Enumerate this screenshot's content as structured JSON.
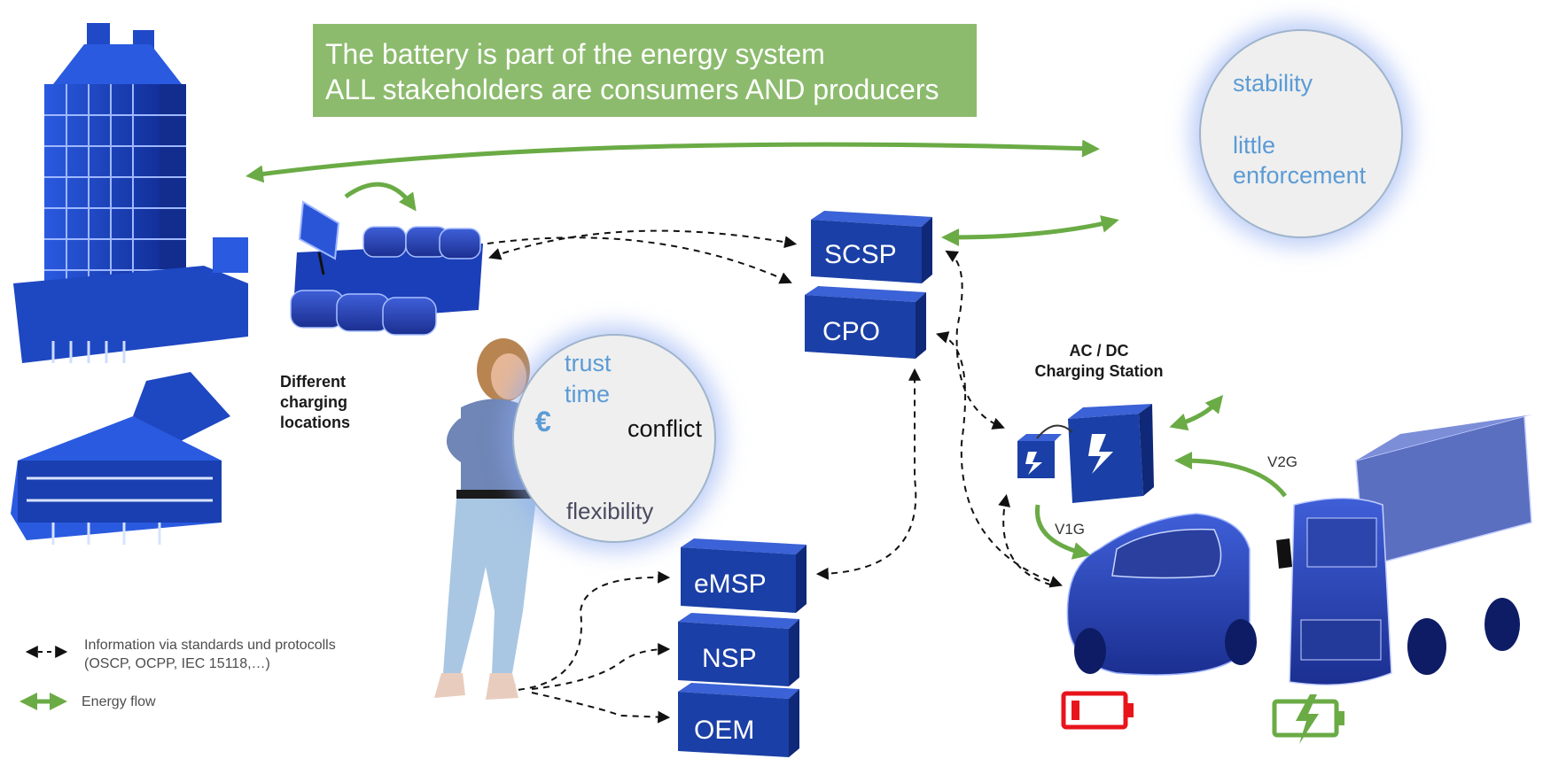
{
  "banner": {
    "line1": "The battery is part of the energy system",
    "line2": "ALL stakeholders are consumers AND producers",
    "color": "#8cbb6d"
  },
  "right_bubble": {
    "line1": "stability",
    "line2": "little",
    "line3": "enforcement"
  },
  "left_bubble": {
    "trust": "trust",
    "time": "time",
    "euro": "€",
    "conflict": "conflict",
    "flexibility": "flexibility"
  },
  "actors": {
    "scsp": "SCSP",
    "cpo": "CPO",
    "emsp": "eMSP",
    "nsp": "NSP",
    "oem": "OEM"
  },
  "labels": {
    "charging_locations": [
      "Different",
      "charging",
      "locations"
    ],
    "charging_station": [
      "AC / DC",
      "Charging Station"
    ],
    "v1g": "V1G",
    "v2g": "V2G"
  },
  "legend": {
    "info_line1": "Information via standards und protocolls",
    "info_line2": "(OSCP, OCPP, IEC 15118,…)",
    "energy": "Energy flow"
  },
  "colors": {
    "energy_flow": "#6aab45",
    "info_flow": "#111111",
    "accent_blue": "#5b9bd5",
    "actor_box": "#1a3fa6",
    "building": "#1f49c7",
    "battery_low": "#e8141b",
    "battery_charging": "#6aab45",
    "location_pin": "#b0168f"
  },
  "icons": {
    "person": "woman-with-tablet",
    "building": "high-rise-building",
    "parking": "solar-parking-lot",
    "car": "electric-car",
    "truck": "electric-truck",
    "charger": "charging-station",
    "battery_low": "battery-low-icon",
    "battery_charging": "battery-charging-icon"
  }
}
